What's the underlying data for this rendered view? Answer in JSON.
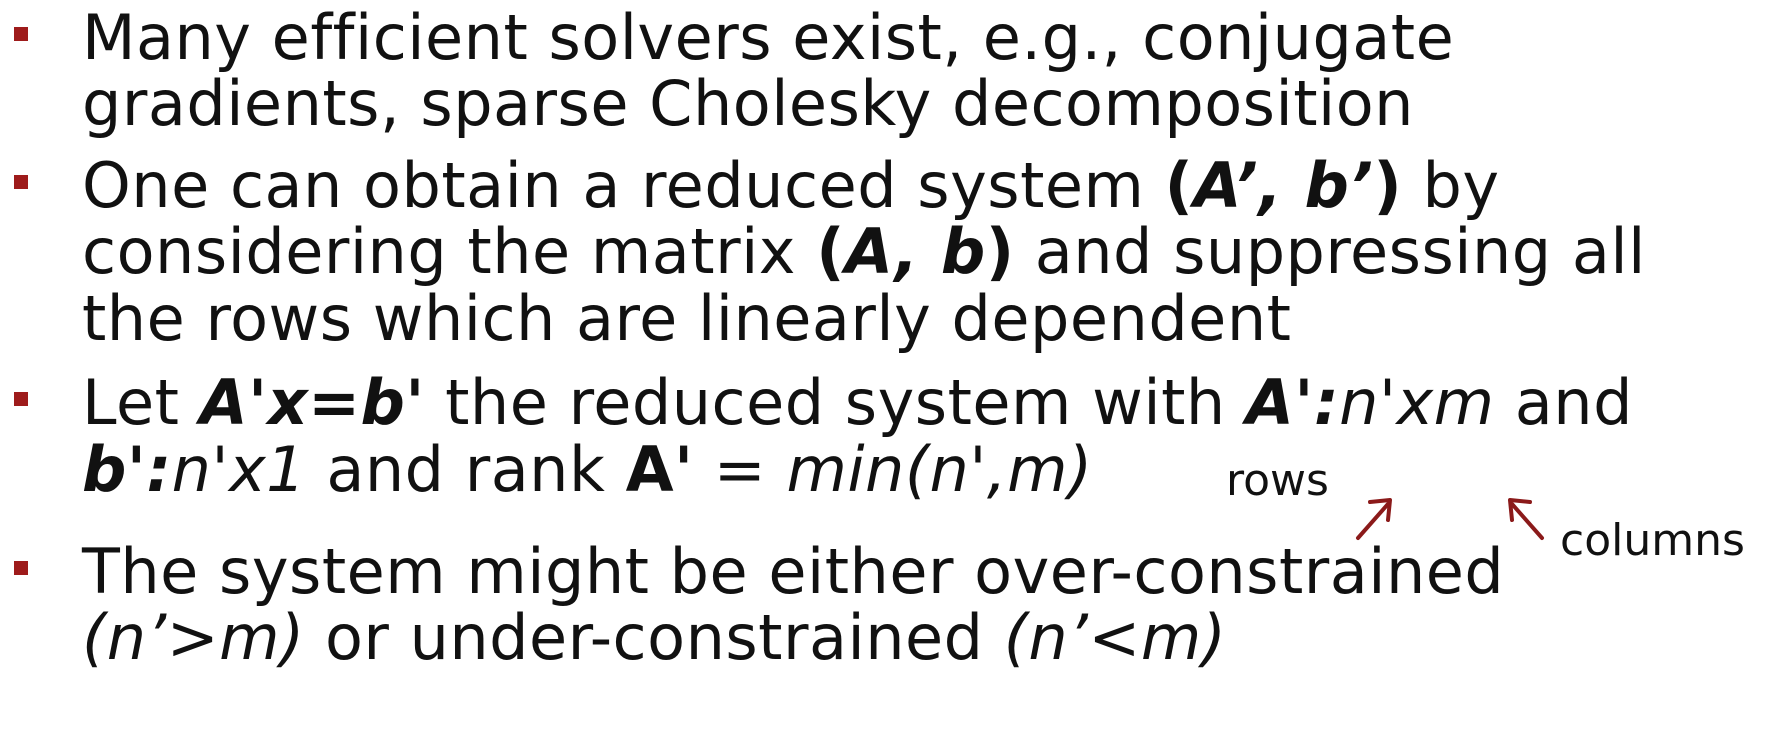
{
  "accent_color": "#9e1b1b",
  "bullets": [
    {
      "lines": [
        "Many efficient solvers exist, e.g., conjugate",
        "gradients, sparse Cholesky decomposition"
      ]
    },
    {
      "l1_a": "One can obtain a reduced system ",
      "l1_paren_open": "(",
      "l1_A": "A’, ",
      "l1_b": "b’",
      "l1_paren_close": ")",
      "l1_c": " by",
      "l2_a": "considering the matrix ",
      "l2_paren_open": "(",
      "l2_A": "A, ",
      "l2_b": "b",
      "l2_paren_close": ")",
      "l2_c": " and suppressing all",
      "l3": "the rows which are linearly dependent"
    },
    {
      "l1_a": "Let ",
      "l1_eq": "A'x=b'",
      "l1_b": " the reduced system with ",
      "l1_A": "A':",
      "l1_dims": "n'xm",
      "l1_c": " and",
      "l2_b": "b':",
      "l2_dims": "n'x1",
      "l2_a": " and rank ",
      "l2_A": "A'",
      "l2_eq": " = ",
      "l2_min": "min(n',m)"
    },
    {
      "l1": "The system might be either over-constrained",
      "l2_a": "(n’>m)",
      "l2_b": " or under-constrained ",
      "l2_c": "(n’<m)"
    }
  ],
  "annotations": {
    "rows_label": "rows",
    "columns_label": "columns",
    "arrow_icon": "up-right-arrow",
    "arrow_icon_2": "up-left-arrow"
  }
}
